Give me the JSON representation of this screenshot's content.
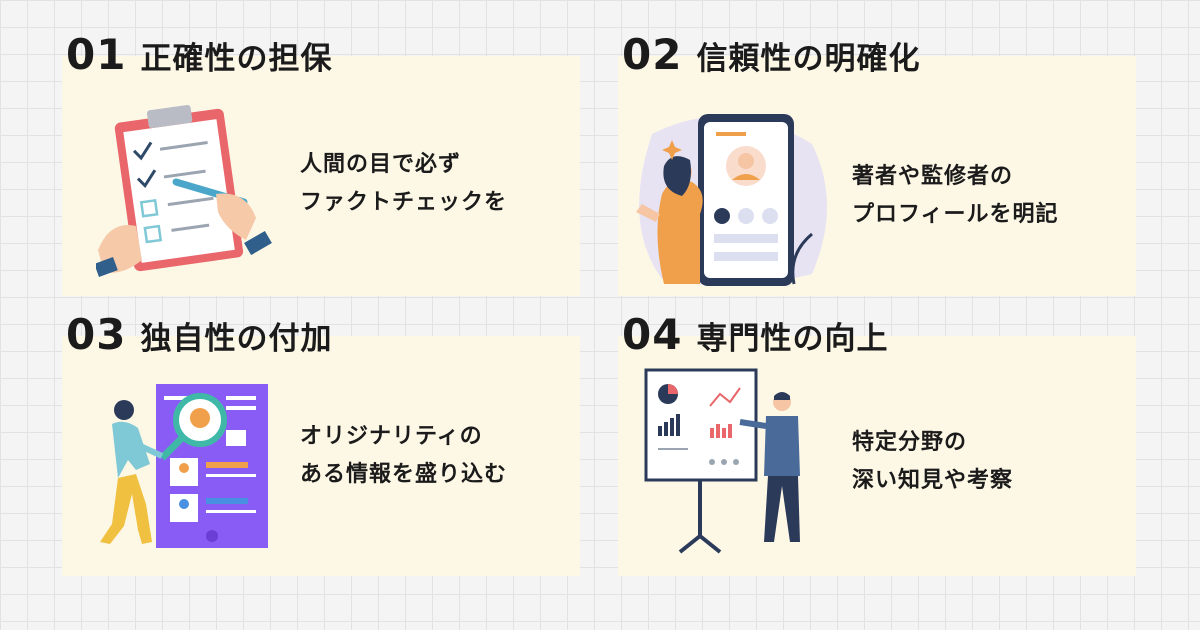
{
  "sections": [
    {
      "number": "01",
      "title": "正確性の担保",
      "lines": [
        "人間の目で必ず",
        "ファクトチェックを"
      ]
    },
    {
      "number": "02",
      "title": "信頼性の明確化",
      "lines": [
        "著者や監修者の",
        "プロフィールを明記"
      ]
    },
    {
      "number": "03",
      "title": "独自性の付加",
      "lines": [
        "オリジナリティの",
        "ある情報を盛り込む"
      ]
    },
    {
      "number": "04",
      "title": "専門性の向上",
      "lines": [
        "特定分野の",
        "深い知見や考察"
      ]
    }
  ],
  "colors": {
    "card_bg": "#fdf8e6",
    "text": "#1b1b1b",
    "accent_orange": "#f0a04b",
    "accent_purple": "#8a5cf6",
    "accent_teal": "#3fb8a8"
  },
  "icons": [
    "clipboard-checklist-illustration",
    "profile-phone-illustration",
    "original-content-illustration",
    "presentation-board-illustration"
  ]
}
